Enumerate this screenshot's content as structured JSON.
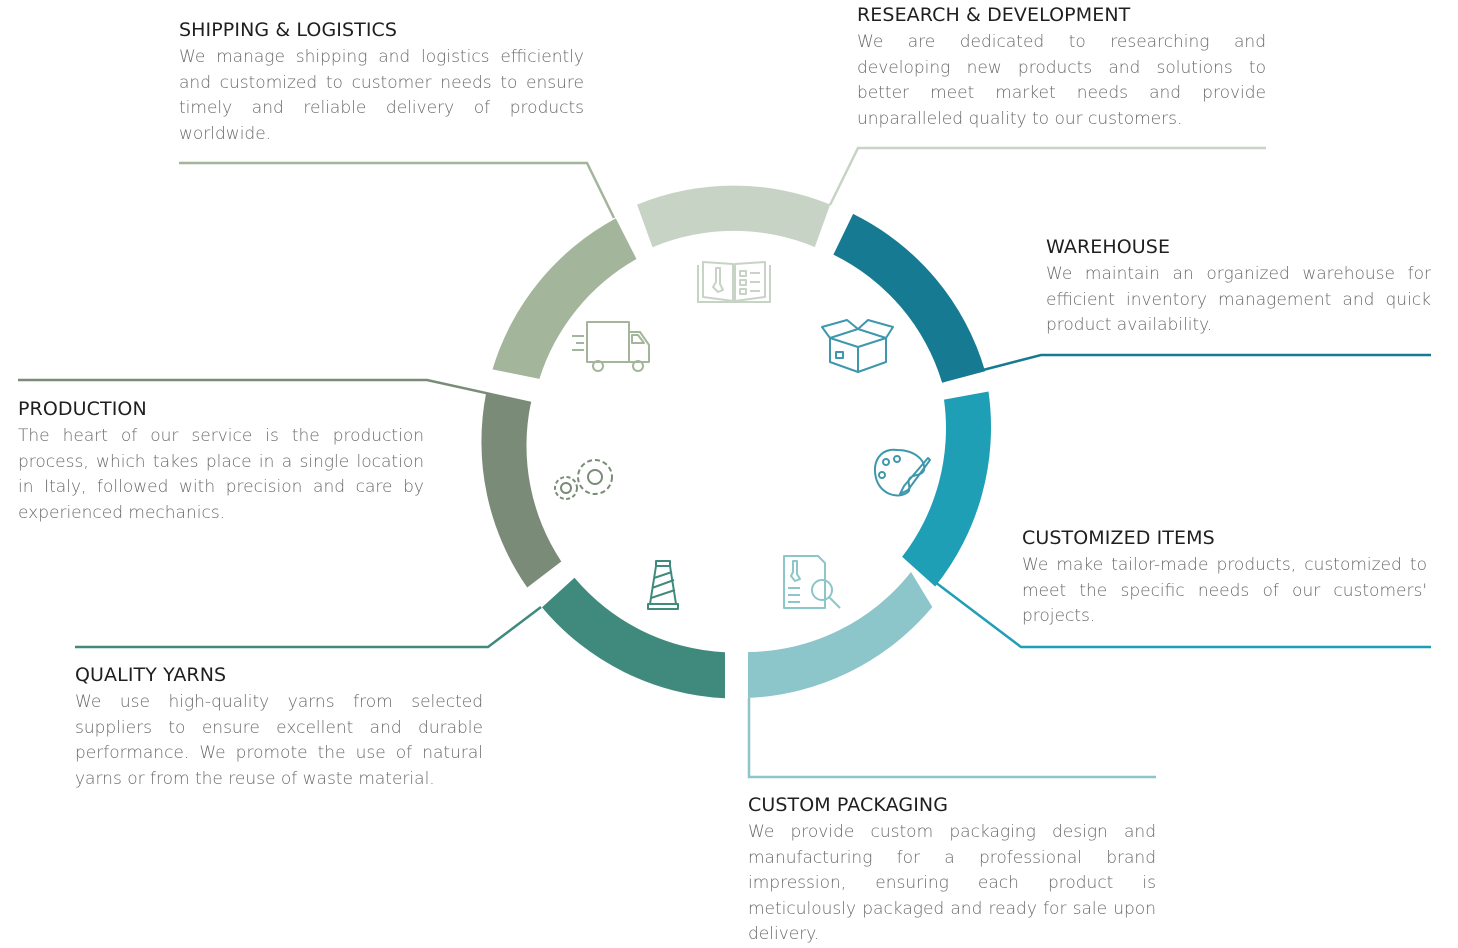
{
  "colors": {
    "shipping": "#a3b59a",
    "research": "#c7d4c5",
    "warehouse": "#177a93",
    "customized": "#1f9fb5",
    "packaging": "#8cc6ca",
    "yarns": "#408a7d",
    "production": "#7a8c78",
    "icon": "#8fb3a5",
    "icon_teal": "#3e97ad"
  },
  "sections": {
    "shipping": {
      "title": "SHIPPING & LOGISTICS",
      "text": "We manage shipping and logistics efficiently and customized to customer needs to ensure timely and reliable delivery of products worldwide.",
      "icon": "truck-icon"
    },
    "research": {
      "title": "RESEARCH & DEVELOPMENT",
      "text": "We are dedicated to researching and developing new products and solutions to better meet market needs and provide unparalleled quality to our customers.",
      "icon": "book-icon"
    },
    "warehouse": {
      "title": "WAREHOUSE",
      "text": "We maintain an organized warehouse for efficient inventory management and quick product availability.",
      "icon": "box-icon"
    },
    "production": {
      "title": "PRODUCTION",
      "text": "The heart of our service is the production process, which takes place in a single location in Italy, followed with precision and care by experienced mechanics.",
      "icon": "gears-icon"
    },
    "customized": {
      "title": "CUSTOMIZED ITEMS",
      "text": "We make tailor-made products, customized to meet the specific needs of our customers' projects.",
      "icon": "palette-icon"
    },
    "yarns": {
      "title": "QUALITY YARNS",
      "text": "We use high-quality yarns from selected suppliers to ensure excellent and durable performance. We promote the use of natural yarns or from the reuse of waste material.",
      "icon": "yarn-spool-icon"
    },
    "packaging": {
      "title": "CUSTOM PACKAGING",
      "text": "We provide custom packaging design and manufacturing for a professional brand impression, ensuring each product is meticulously packaged and ready for sale upon delivery.",
      "icon": "document-search-icon"
    }
  }
}
